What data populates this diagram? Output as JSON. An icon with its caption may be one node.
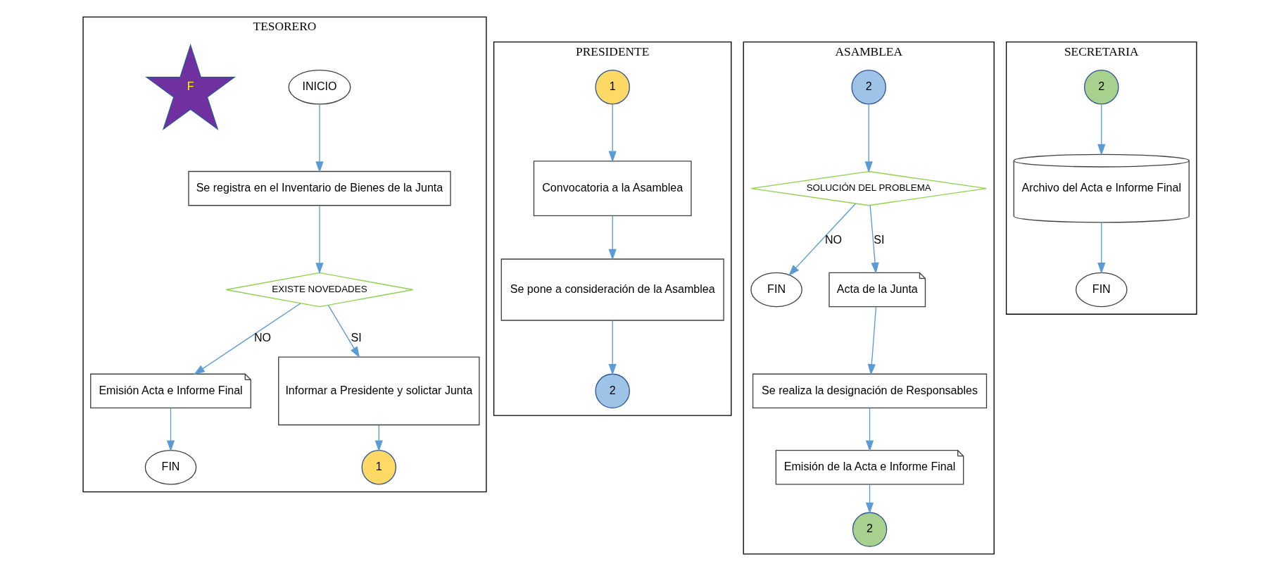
{
  "diagram": {
    "nodes": [
      {
        "text": [
          "TESORERO"
        ]
      },
      {
        "text": [
          "INICIO"
        ],
        "in": 0
      },
      {
        "text": [
          "Se registra en el Inventario de Bienes de la Junta"
        ],
        "in": 0
      },
      {
        "text": [
          "F"
        ],
        "in": 0
      },
      {
        "text": [
          "EXISTE NOVEDADES"
        ],
        "in": 0
      },
      {
        "text": [
          "Emisión Acta e Informe Final"
        ],
        "in": 0
      },
      {
        "text": [
          "FIN"
        ],
        "in": 0
      },
      {
        "text": [
          "Informar a Presidente y solictar Junta"
        ],
        "in": 0
      },
      {
        "text": [
          "1"
        ],
        "in": 0
      },
      {
        "text": [
          "PRESIDENTE"
        ]
      },
      {
        "text": [
          "1"
        ],
        "in": 9
      },
      {
        "text": [
          "Convocatoria a la Asamblea"
        ],
        "in": 9
      },
      {
        "text": [
          "Se pone a consideración de la Asamblea"
        ],
        "in": 9
      },
      {
        "text": [
          "2"
        ],
        "in": 9
      },
      {
        "text": [
          "ASAMBLEA"
        ]
      },
      {
        "text": [
          "2"
        ],
        "in": 14
      },
      {
        "text": [
          "SOLUCIÓN DEL PROBLEMA"
        ],
        "in": 14
      },
      {
        "text": [
          "FIN"
        ],
        "in": 14
      },
      {
        "text": [
          "Acta de la Junta"
        ],
        "in": 14
      },
      {
        "text": [
          "Se realiza la designación de Responsables"
        ],
        "in": 14
      },
      {
        "text": [
          "Emisión de la Acta e Informe Final"
        ],
        "in": 14
      },
      {
        "text": [
          "2"
        ],
        "in": 14
      },
      {
        "text": [
          "SECRETARIA"
        ]
      },
      {
        "text": [
          "2"
        ],
        "in": 22
      },
      {
        "text": [
          "Archivo del Acta e Informe Final"
        ],
        "in": 22
      },
      {
        "text": [
          "FIN"
        ],
        "in": 22
      }
    ],
    "edges": [
      {
        "from": 1,
        "to": 2,
        "arrow": "to"
      },
      {
        "from": 2,
        "to": 4,
        "arrow": "to"
      },
      {
        "from": 4,
        "to": 5,
        "arrow": "to",
        "label": "NO"
      },
      {
        "from": 4,
        "to": 7,
        "arrow": "to",
        "label": "SI"
      },
      {
        "from": 5,
        "to": 6,
        "arrow": "to"
      },
      {
        "from": 7,
        "to": 8,
        "arrow": "to"
      },
      {
        "from": 10,
        "to": 11,
        "arrow": "to"
      },
      {
        "from": 11,
        "to": 12,
        "arrow": "to"
      },
      {
        "from": 12,
        "to": 13,
        "arrow": "to"
      },
      {
        "from": 15,
        "to": 16,
        "arrow": "to"
      },
      {
        "from": 16,
        "to": 17,
        "arrow": "to",
        "label": "NO"
      },
      {
        "from": 16,
        "to": 18,
        "arrow": "to",
        "label": "SI"
      },
      {
        "from": 18,
        "to": 19,
        "arrow": "to"
      },
      {
        "from": 19,
        "to": 20,
        "arrow": "to"
      },
      {
        "from": 20,
        "to": 21,
        "arrow": "to"
      },
      {
        "from": 23,
        "to": 24,
        "arrow": "to"
      },
      {
        "from": 24,
        "to": 25,
        "arrow": "to"
      }
    ]
  }
}
